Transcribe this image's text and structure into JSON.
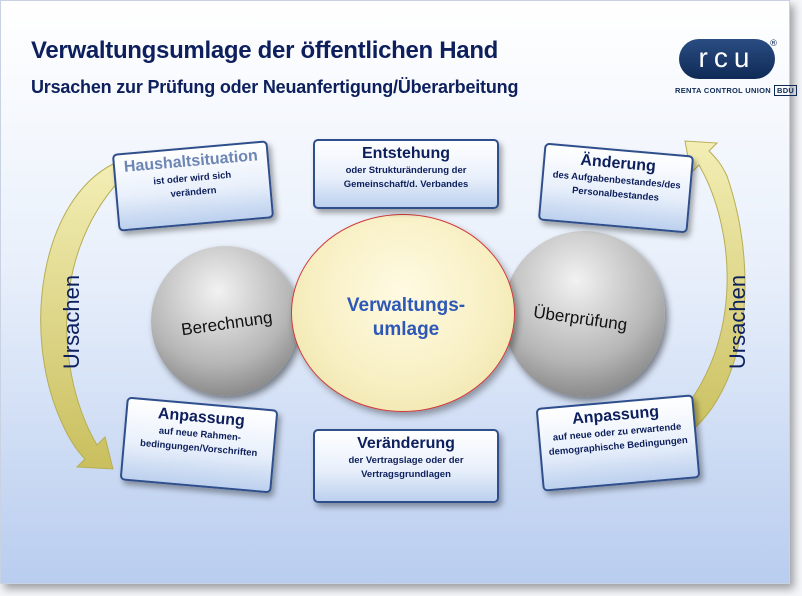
{
  "header": {
    "title": "Verwaltungsumlage der öffentlichen Hand",
    "subtitle": "Ursachen zur Prüfung oder Neuanfertigung/Überarbeitung"
  },
  "logo": {
    "mark": "rcu",
    "registered": "®",
    "company": "RENTA CONTROL UNION",
    "badge": "BDU"
  },
  "center": {
    "line1": "Verwaltungs-",
    "line2": "umlage"
  },
  "circles": {
    "left": "Berechnung",
    "right": "Überprüfung"
  },
  "side_label": "Ursachen",
  "boxes": {
    "top_left": {
      "title": "Haushaltsituation",
      "text_l1": "ist oder wird sich",
      "text_l2": "verändern"
    },
    "top_center": {
      "title": "Entstehung",
      "text_l1": "oder Strukturänderung der",
      "text_l2": "Gemeinschaft/d. Verbandes"
    },
    "top_right": {
      "title": "Änderung",
      "text_l1": "des Aufgabenbestandes/des",
      "text_l2": "Personalbestandes"
    },
    "bottom_left": {
      "title": "Anpassung",
      "text_l1": "auf neue Rahmen-",
      "text_l2": "bedingungen/Vorschriften"
    },
    "bottom_center": {
      "title": "Veränderung",
      "text_l1": "der Vertragslage oder der",
      "text_l2": "Vertragsgrundlagen"
    },
    "bottom_right": {
      "title": "Anpassung",
      "text_l1": "auf neue oder zu erwartende",
      "text_l2": "demographische Bedingungen"
    }
  },
  "colors": {
    "title": "#0d1f5c",
    "accent": "#2d58b8",
    "border": "#2f4f8c",
    "arrow": "#e8dd8a"
  }
}
